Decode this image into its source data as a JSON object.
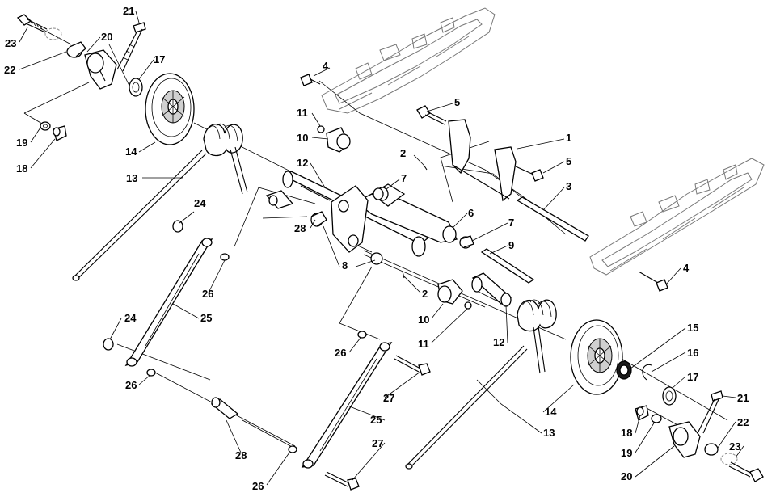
{
  "diagram": {
    "callouts": {
      "c1": "1",
      "c2a": "2",
      "c2b": "2",
      "c3": "3",
      "c4a": "4",
      "c4b": "4",
      "c5a": "5",
      "c5b": "5",
      "c6": "6",
      "c7a": "7",
      "c7b": "7",
      "c8": "8",
      "c9": "9",
      "c10a": "10",
      "c10b": "10",
      "c11a": "11",
      "c11b": "11",
      "c12a": "12",
      "c12b": "12",
      "c13a": "13",
      "c13b": "13",
      "c14a": "14",
      "c14b": "14",
      "c15": "15",
      "c16": "16",
      "c17a": "17",
      "c17b": "17",
      "c18a": "18",
      "c18b": "18",
      "c19a": "19",
      "c19b": "19",
      "c20a": "20",
      "c20b": "20",
      "c21a": "21",
      "c21b": "21",
      "c22a": "22",
      "c22b": "22",
      "c23a": "23",
      "c23b": "23",
      "c24a": "24",
      "c24b": "24",
      "c25a": "25",
      "c25b": "25",
      "c26a": "26",
      "c26b": "26",
      "c26c": "26",
      "c26d": "26",
      "c27a": "27",
      "c27b": "27",
      "c28a": "28",
      "c28b": "28"
    }
  }
}
